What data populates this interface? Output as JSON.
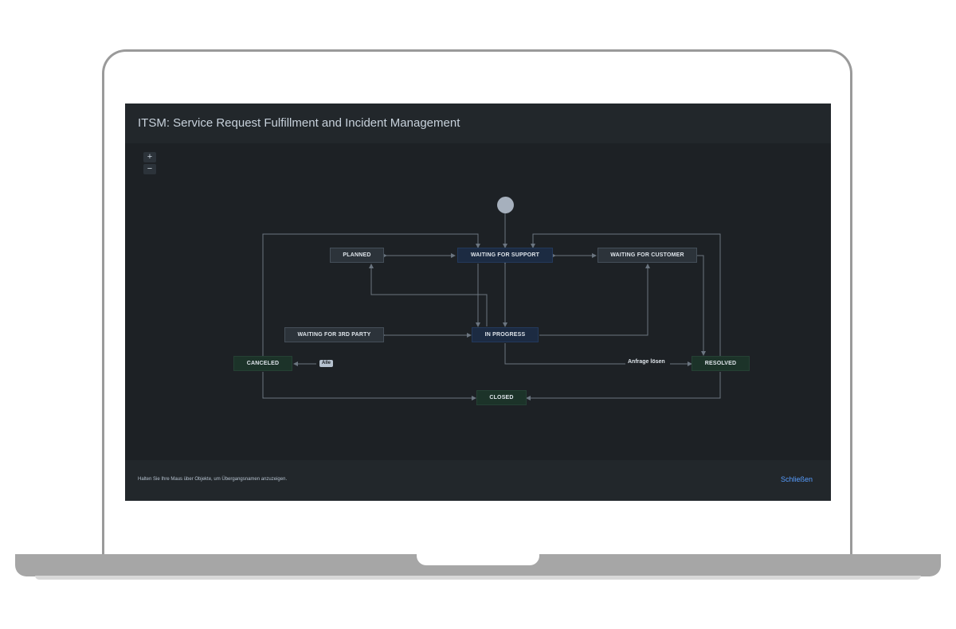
{
  "dialog": {
    "title": "ITSM: Service Request Fulfillment and Incident Management",
    "footer_hint": "Halten Sie Ihre Maus über Objekte, um Übergangsnamen anzuzeigen.",
    "close_label": "Schließen"
  },
  "zoom": {
    "in": "+",
    "out": "−"
  },
  "workflow": {
    "statuses": {
      "planned": "PLANNED",
      "waiting_support": "WAITING FOR SUPPORT",
      "waiting_customer": "WAITING FOR CUSTOMER",
      "waiting_3rd": "WAITING FOR 3RD PARTY",
      "in_progress": "IN PROGRESS",
      "canceled": "CANCELED",
      "resolved": "RESOLVED",
      "closed": "CLOSED"
    },
    "tag_all": "Alle",
    "transition_resolve": "Anfrage lösen"
  }
}
